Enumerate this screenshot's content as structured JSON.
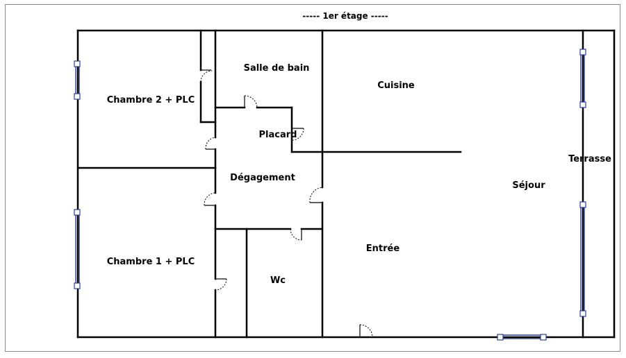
{
  "title": "-----  1er étage  -----",
  "rooms": {
    "chambre2": "Chambre 2 + PLC",
    "chambre1": "Chambre 1 + PLC",
    "salle_de_bain": "Salle de bain",
    "placard": "Placard",
    "degagement": "Dégagement",
    "wc": "Wc",
    "cuisine": "Cuisine",
    "sejour": "Séjour",
    "entree": "Entrée",
    "terrasse": "Terrasse"
  },
  "colors": {
    "wall": "#000000",
    "window": "#2a3f9a",
    "frame": "#888888"
  }
}
